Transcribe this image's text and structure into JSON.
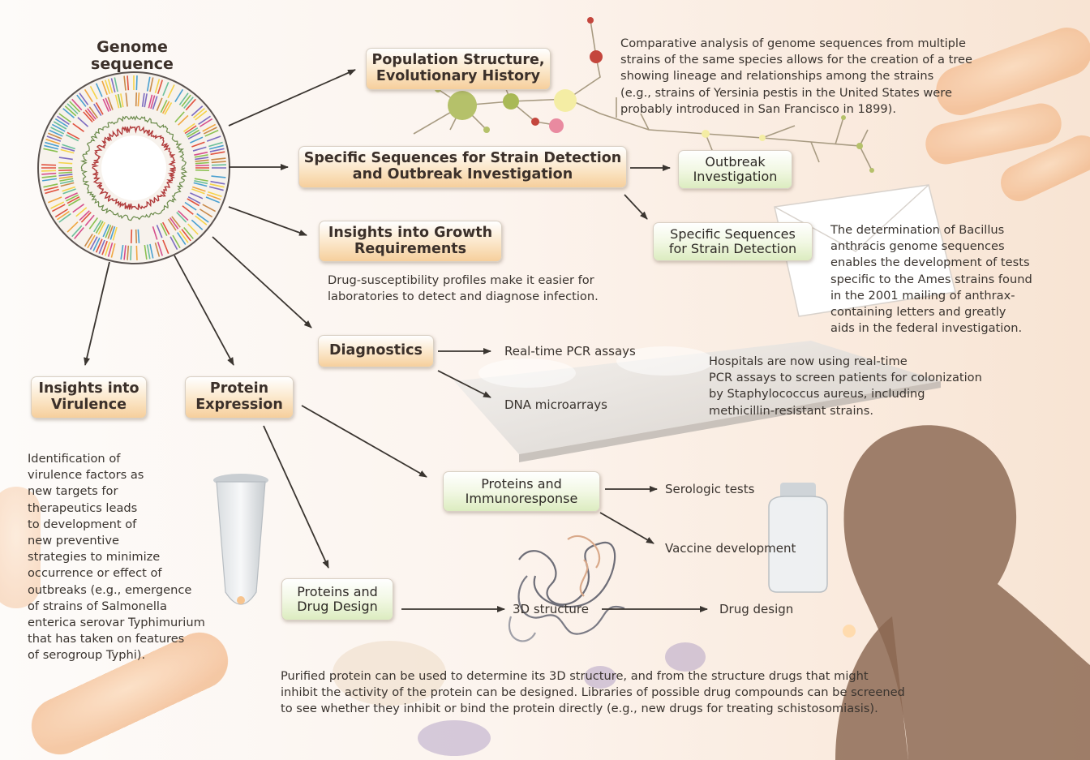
{
  "genome": {
    "title": "Genome\nsequence"
  },
  "boxes": {
    "population": "Population Structure,\nEvolutionary History",
    "specific_sequences": "Specific Sequences for Strain Detection\nand Outbreak Investigation",
    "growth": "Insights into Growth\nRequirements",
    "diagnostics": "Diagnostics",
    "virulence": "Insights into\nVirulence",
    "protein_expression": "Protein\nExpression",
    "outbreak_investigation": "Outbreak\nInvestigation",
    "strain_detection": "Specific Sequences\nfor Strain Detection",
    "immunoresponse": "Proteins and\nImmunoresponse",
    "drug_design_box": "Proteins and\nDrug Design"
  },
  "labels": {
    "pcr": "Real-time PCR assays",
    "microarrays": "DNA microarrays",
    "serologic": "Serologic tests",
    "vaccine": "Vaccine development",
    "structure_3d": "3D structure",
    "drug_design": "Drug design"
  },
  "texts": {
    "population": "Comparative analysis of genome sequences from multiple\nstrains of the same species allows for the creation of a tree\nshowing lineage and relationships among the strains\n(e.g., strains of Yersinia pestis in the United States were\nprobably introduced in San Francisco in 1899).",
    "anthracis": "The determination of Bacillus\nanthracis genome sequences\nenables the development of tests\nspecific to the Ames strains found\nin the 2001 mailing of anthrax-\ncontaining letters and greatly\naids in the federal investigation.",
    "growth": "Drug-susceptibility profiles make it easier for\nlaboratories to detect and diagnose infection.",
    "hospitals": "Hospitals are now using real-time\nPCR assays to screen patients for colonization\nby Staphylococcus aureus, including\nmethicillin-resistant strains.",
    "virulence": "Identification of\nvirulence factors as\nnew targets for\ntherapeutics leads\nto development of\nnew preventive\nstrategies to minimize\noccurrence or effect of\noutbreaks (e.g., emergence\nof strains of Salmonella\nenterica serovar Typhimurium\nthat has taken on features\nof serogroup Typhi).",
    "purified": "Purified protein can be used to determine its 3D structure, and from the structure drugs that might\ninhibit the activity of the protein can be designed. Libraries of possible drug compounds can be screened\nto see whether they inhibit or bind the protein directly (e.g., new drugs for treating schistosomiasis)."
  },
  "colors": {
    "orange_box": "#f6cf9c",
    "green_box": "#dcecc0",
    "arrow": "#3a3530",
    "background": "#fcf4ee"
  }
}
